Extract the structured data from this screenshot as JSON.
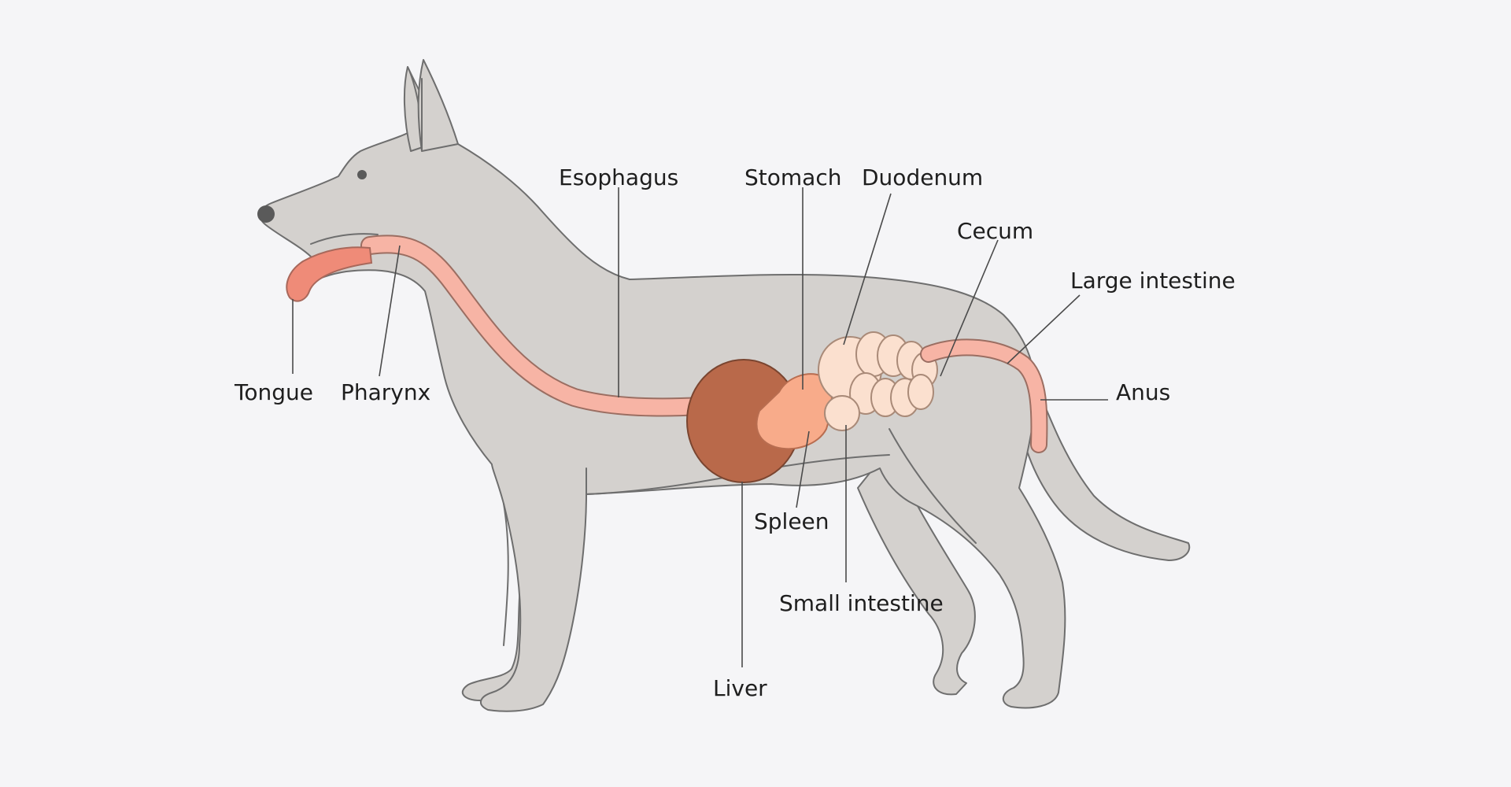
{
  "colors": {
    "background": "#f5f5f7",
    "body": "#d4d1ce",
    "body_outline": "#6e6e6e",
    "tract": "#f7b4a5",
    "tongue": "#ef8b78",
    "liver": "#b9694a",
    "stomach": "#f8ab8a",
    "intestine": "#fbe0cf",
    "text": "#1e1e1e"
  },
  "labels": {
    "tongue": "Tongue",
    "pharynx": "Pharynx",
    "esophagus": "Esophagus",
    "stomach": "Stomach",
    "duodenum": "Duodenum",
    "cecum": "Cecum",
    "large_intestine": "Large intestine",
    "anus": "Anus",
    "spleen": "Spleen",
    "small_intestine": "Small intestine",
    "liver": "Liver"
  }
}
